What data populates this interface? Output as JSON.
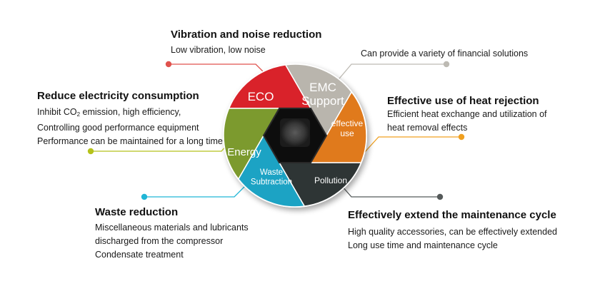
{
  "wheel": {
    "segments": [
      {
        "id": "eco",
        "label_lines": [
          "ECO"
        ],
        "color": "#d9242a"
      },
      {
        "id": "emc",
        "label_lines": [
          "EMC",
          "Support"
        ],
        "color": "#b9b5ad"
      },
      {
        "id": "effective",
        "label_lines": [
          "effective",
          "use"
        ],
        "color": "#e07a1e"
      },
      {
        "id": "pollution",
        "label_lines": [
          "Pollution"
        ],
        "color": "#2e3535"
      },
      {
        "id": "waste",
        "label_lines": [
          "Waste",
          "Subtraction"
        ],
        "color": "#1aa3c4"
      },
      {
        "id": "energy",
        "label_lines": [
          "Energy"
        ],
        "color": "#7c9a2e"
      }
    ],
    "center_color": "#111111"
  },
  "callouts": [
    {
      "id": "vibration",
      "title": "Vibration and noise reduction",
      "lines": [
        "Low vibration, low noise"
      ],
      "line_color": "#e0524d"
    },
    {
      "id": "financial",
      "title": "",
      "lines": [
        "Can provide a variety of financial solutions"
      ],
      "line_color": "#bdbab3"
    },
    {
      "id": "electricity",
      "title": "Reduce electricity consumption",
      "lines": [
        "Inhibit CO₂ emission, high efficiency,",
        "Controlling good performance equipment",
        "Performance can be maintained for a long time"
      ],
      "line_color": "#b5c21a"
    },
    {
      "id": "heat",
      "title": "Effective use of heat rejection",
      "lines": [
        "Efficient heat exchange and utilization of",
        "heat removal effects"
      ],
      "line_color": "#f0a020"
    },
    {
      "id": "waste",
      "title": "Waste reduction",
      "lines": [
        "Miscellaneous materials and lubricants",
        "discharged from the compressor",
        "Condensate treatment"
      ],
      "line_color": "#21b6d6"
    },
    {
      "id": "maintenance",
      "title": "Effectively extend the maintenance cycle",
      "lines": [
        "High quality accessories, can be effectively extended",
        "Long use time and maintenance cycle"
      ],
      "line_color": "#555a5a"
    }
  ]
}
